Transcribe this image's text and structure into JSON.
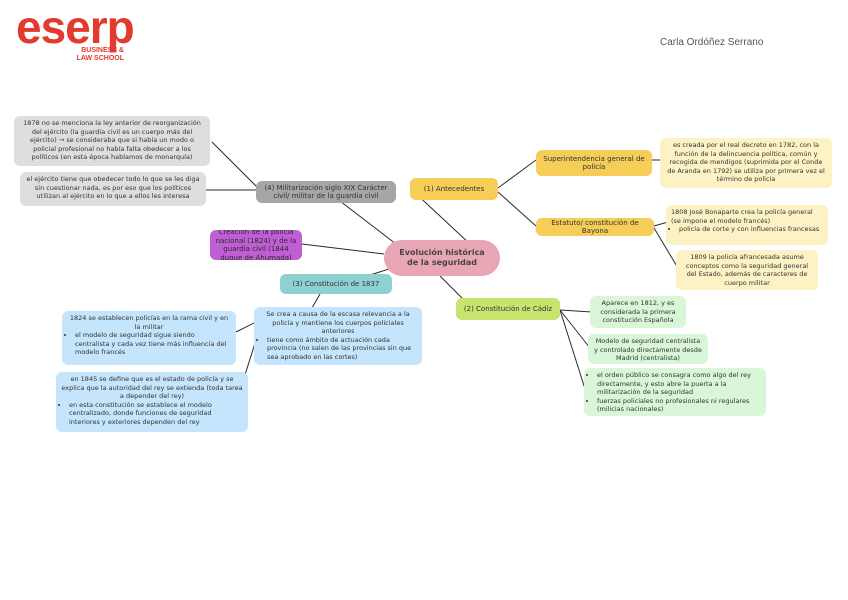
{
  "logo": {
    "main": "eserp",
    "sub1": "BUSINESS &",
    "sub2": "LAW SCHOOL"
  },
  "author": "Carla Ordóñez Serrano",
  "center": "Evolución histórica de la seguridad",
  "antecedentes": {
    "title": "(1) Antecedentes",
    "superintendencia": "Superintendencia general de policía",
    "superintendencia_note": "es creada por el real decreto en 1782, con la función de la delincuencia política, común y recogida de mendigos (suprimida por el Conde de Aranda en 1792) se utiliza  por primera vez el término de policía",
    "estatuto": "Estatuto/ constitución de Bayona",
    "estatuto_note_1": "1808 José  Bonaparte crea la policía general (se impone el modelo francés)",
    "estatuto_bullets": [
      "policía de corte y con influencias francesas"
    ],
    "estatuto_note_2": "1809 la policía afrancesada asume conceptos como la seguridad general del Estado, además de caracteres de cuerpo militar"
  },
  "cadiz": {
    "title": "(2) Constitución de Cádiz",
    "note_1": "Aparece en 1812, y es considerada la primera constitución Española",
    "note_2": "Modelo de seguridad centralista y controlado directamente desde Madrid (centralista)",
    "bullets": [
      "el orden público se consagra como algo del rey directamente, y esto abre la puerta a la militarización de la seguridad",
      "fuerzas policiales no profesionales ni regulares (milicias nacionales)"
    ]
  },
  "c1837": {
    "title": "(3) Constitución de 1837",
    "main_text": "Se crea a causa de la escasa relevancia a la policía y mantiene los cuerpos policiales anteriores",
    "main_bullets": [
      "tiene como ámbito de actuación cada provincia (no salen de las provincias sin que sea aprobado en las cortes)"
    ],
    "left_1_text": "1824 se establecen policías en la rama civil y en la militar",
    "left_1_bullets": [
      "el modelo de seguridad sigue siendo centralista y cada vez tiene más influencia del modelo francés"
    ],
    "left_2_text": "en 1845 se define que es el estado de policía y se explica que la autoridad del rey se extienda (toda tarea a depender del rey)",
    "left_2_bullets": [
      "en esta constitución se establece el modelo centralizado, donde funciones de seguridad interiores y exteriores dependen del rey"
    ]
  },
  "purple": "Creación de la policía nacional (1824) y de la guardia civil (1844 duque de Ahumada)",
  "militarizacion": {
    "title": "(4) Militarización siglo XIX Carácter civil/ militar de la guardia civil",
    "note_1": "1878 no se menciona la ley anterior de reorganización del ejército (la guardia civil es un cuerpo más del ejército) → se consideraba que si había un modo o policial profesional no había falta obedecer a los políticos (en esta época hablamos de monarquía)",
    "note_2": "el ejército tiene que obedecer todo lo que se les diga sin cuestionar nada, es por eso que los políticos utilizan al ejército en lo que a ellos les interesa"
  }
}
